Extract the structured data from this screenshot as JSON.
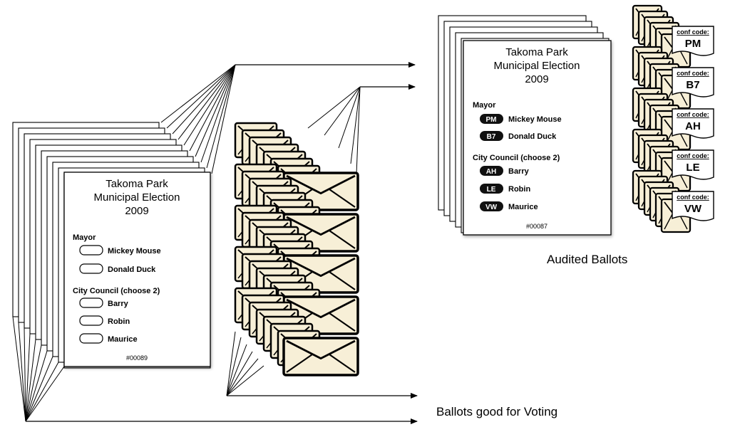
{
  "left_ballot": {
    "title_lines": [
      "Takoma Park",
      "Municipal Election",
      "2009"
    ],
    "mayor_heading": "Mayor",
    "mayor_candidates": [
      "Mickey Mouse",
      "Donald Duck"
    ],
    "council_heading": "City Council (choose 2)",
    "council_candidates": [
      "Barry",
      "Robin",
      "Maurice"
    ],
    "serial": "#00089"
  },
  "right_ballot": {
    "title_lines": [
      "Takoma Park",
      "Municipal Election",
      "2009"
    ],
    "mayor_heading": "Mayor",
    "mayor_candidates": [
      {
        "code": "PM",
        "name": "Mickey Mouse"
      },
      {
        "code": "B7",
        "name": "Donald Duck"
      }
    ],
    "council_heading": "City Council (choose 2)",
    "council_candidates": [
      {
        "code": "AH",
        "name": "Barry"
      },
      {
        "code": "LE",
        "name": "Robin"
      },
      {
        "code": "VW",
        "name": "Maurice"
      }
    ],
    "serial": "#00087"
  },
  "conf_cards": {
    "label": "conf code:",
    "codes": [
      "PM",
      "B7",
      "AH",
      "LE",
      "VW"
    ]
  },
  "labels": {
    "audited": "Audited Ballots",
    "voting": "Ballots good for Voting"
  },
  "colors": {
    "envelope_fill": "#f7efd7",
    "stroke": "#000000",
    "code_badge": "#111111"
  }
}
